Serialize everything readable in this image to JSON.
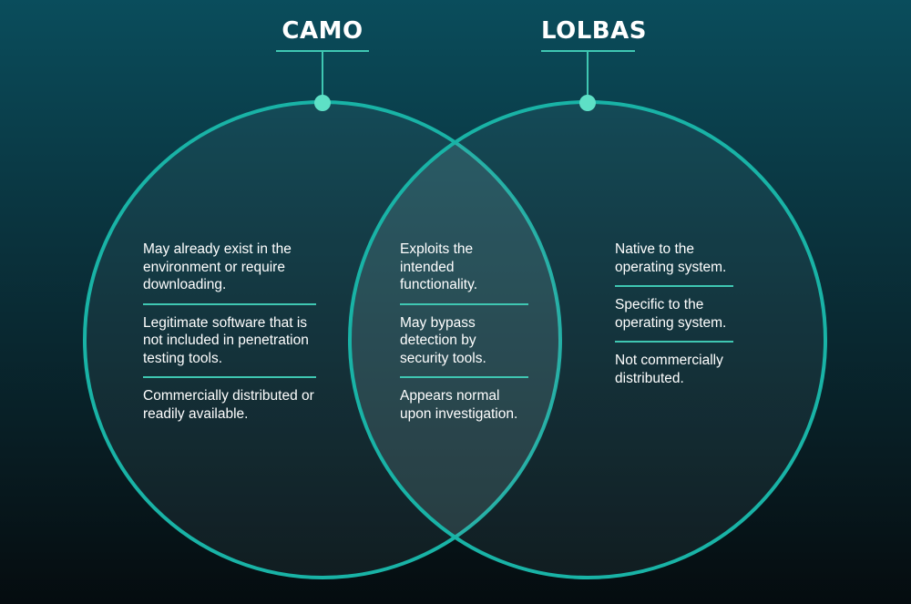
{
  "colors": {
    "circle_stroke": "#19b3a6",
    "accent": "#5ee0c6",
    "divider": "#3fc7b2",
    "text": "#ffffff"
  },
  "left": {
    "title": "CAMO",
    "items": [
      "May already exist in the environment or require downloading.",
      "Legitimate software that is not included in penetration testing tools.",
      "Commercially distributed or readily available."
    ]
  },
  "center": {
    "items": [
      "Exploits the intended functionality.",
      "May bypass detection by security tools.",
      "Appears normal upon investigation."
    ]
  },
  "right": {
    "title": "LOLBAS",
    "items": [
      "Native to the operating system.",
      "Specific to the operating system.",
      "Not commercially distributed."
    ]
  }
}
